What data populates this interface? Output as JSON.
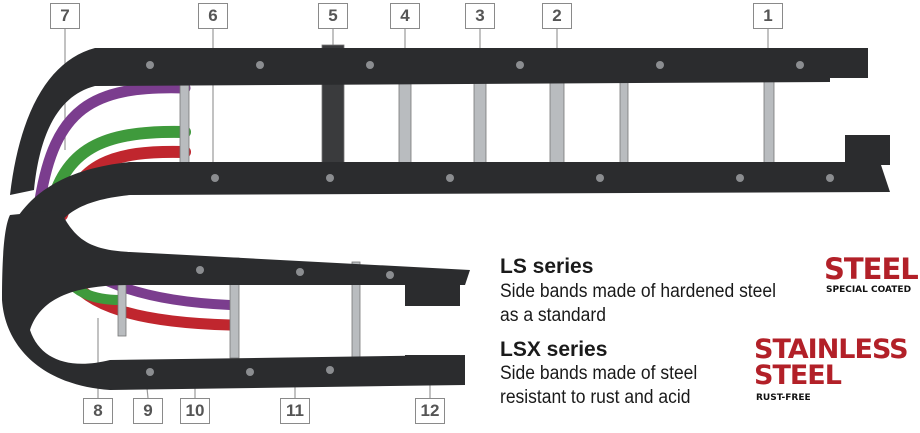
{
  "callouts": {
    "c1": "1",
    "c2": "2",
    "c3": "3",
    "c4": "4",
    "c5": "5",
    "c6": "6",
    "c7": "7",
    "c8": "8",
    "c9": "9",
    "c10": "10",
    "c11": "11",
    "c12": "12"
  },
  "ls": {
    "title": "LS series",
    "line1": "Side bands made of hardened steel",
    "line2": "as a standard"
  },
  "lsx": {
    "title": "LSX series",
    "line1": "Side bands made of steel",
    "line2": "resistant to rust and acid"
  },
  "logos": {
    "steel": {
      "word": "STEEL",
      "sub": "SPECIAL COATED"
    },
    "stainless": {
      "word1": "STAINLESS",
      "word2": "STEEL",
      "sub": "RUST-FREE"
    }
  },
  "colors": {
    "chain": "#2b2c2e",
    "logo_red": "#b22028",
    "cable_purple": "#7b3d8e",
    "cable_green": "#3f9a3c",
    "cable_red": "#c0262e",
    "bar": "#b9bcbf"
  }
}
